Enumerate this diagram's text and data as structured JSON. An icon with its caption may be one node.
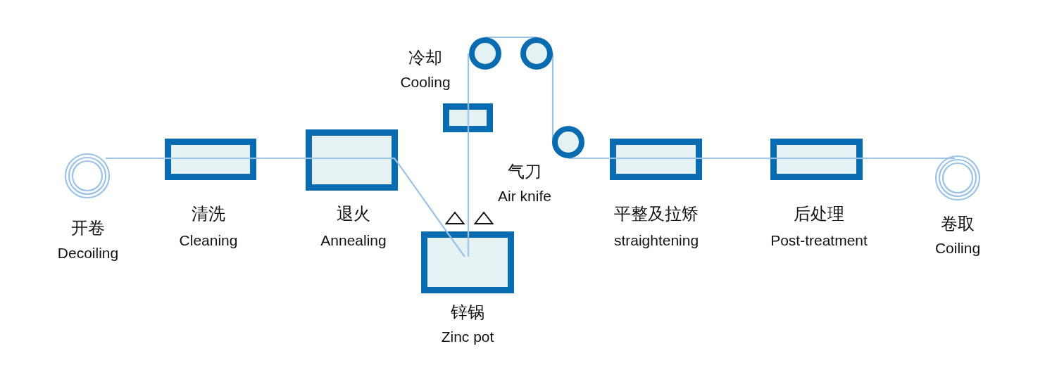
{
  "diagram": {
    "nodes": [
      {
        "text": [],
        "shape": "circle",
        "beside": [
          "开卷",
          "Decoiling"
        ]
      },
      {
        "text": [],
        "shape": "box",
        "beside": [
          "清洗",
          "Cleaning"
        ]
      },
      {
        "text": [],
        "shape": "box",
        "beside": [
          "退火",
          "Annealing"
        ]
      },
      {
        "text": [],
        "shape": "box",
        "beside": [
          "锌锅",
          "Zinc pot"
        ]
      },
      {
        "text": [],
        "shape": "box",
        "beside": [
          "冷却",
          "Cooling"
        ]
      },
      {
        "text": [],
        "shape": "circle"
      },
      {
        "text": [],
        "shape": "circle"
      },
      {
        "text": [],
        "shape": "circle"
      },
      {
        "text": [],
        "shape": "box",
        "beside": [
          "平整及拉矫",
          "straightening"
        ]
      },
      {
        "text": [],
        "shape": "box",
        "beside": [
          "后处理",
          "Post-treatment"
        ]
      },
      {
        "text": [],
        "shape": "circle",
        "beside": [
          "卷取",
          "Coiling"
        ]
      }
    ],
    "edges": [
      {
        "from": 0,
        "to": 1,
        "arrow": "none"
      },
      {
        "from": 1,
        "to": 2,
        "arrow": "none"
      },
      {
        "from": 2,
        "to": 3,
        "arrow": "none"
      },
      {
        "from": 3,
        "to": 4,
        "arrow": "none"
      },
      {
        "from": 4,
        "to": 5,
        "arrow": "none"
      },
      {
        "from": 5,
        "to": 6,
        "arrow": "none"
      },
      {
        "from": 6,
        "to": 7,
        "arrow": "none"
      },
      {
        "from": 7,
        "to": 8,
        "arrow": "none"
      },
      {
        "from": 8,
        "to": 9,
        "arrow": "none"
      },
      {
        "from": 9,
        "to": 10,
        "arrow": "none"
      }
    ],
    "labels": [
      "气刀",
      "Air knife"
    ]
  }
}
